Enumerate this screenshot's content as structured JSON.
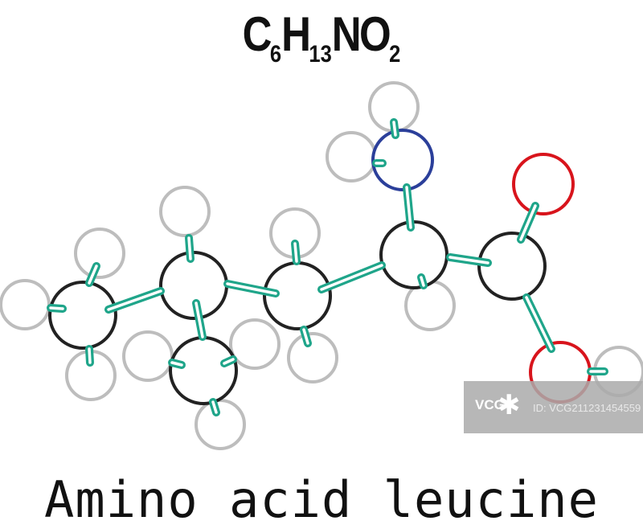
{
  "formula": {
    "c": "C",
    "c_n": "6",
    "h": "H",
    "h_n": "13",
    "rest": "NO",
    "o_n": "2"
  },
  "caption": "Amino acid leucine",
  "watermark": {
    "logo": "VCG",
    "id": "ID: VCG211231454559"
  },
  "colors": {
    "carbon": "#222222",
    "hydrogen": "#bdbdbd",
    "nitrogen": "#2b3f9a",
    "oxygen": "#d8141c",
    "bond": "#1fa58a"
  }
}
